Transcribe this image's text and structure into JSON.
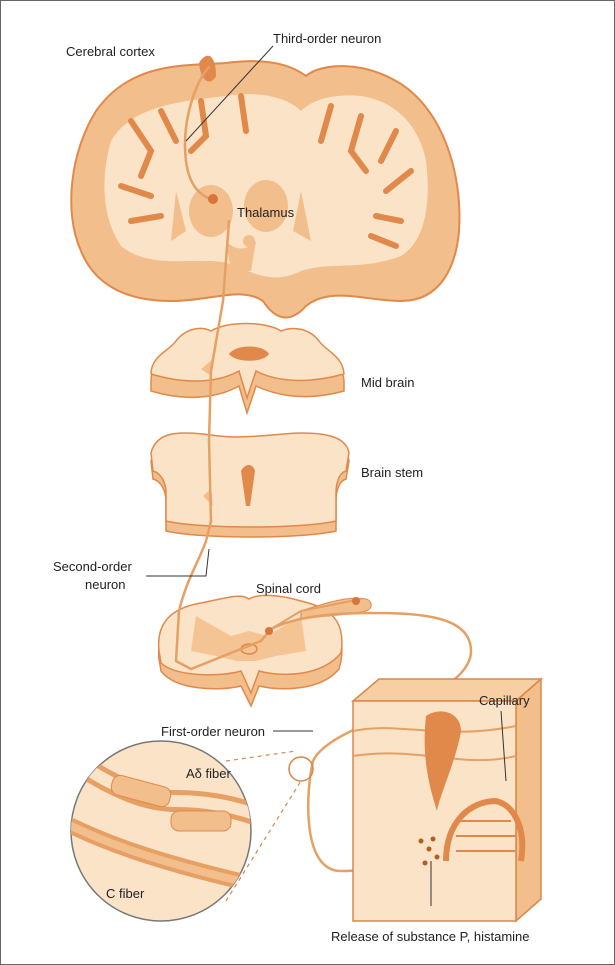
{
  "labels": {
    "cerebral_cortex": "Cerebral cortex",
    "third_order_neuron": "Third-order neuron",
    "thalamus": "Thalamus",
    "mid_brain": "Mid brain",
    "brain_stem": "Brain stem",
    "second_order_neuron_line1": "Second-order",
    "second_order_neuron_line2": "neuron",
    "spinal_cord": "Spinal cord",
    "first_order_neuron": "First-order neuron",
    "capillary": "Capillary",
    "a_delta_fiber": "Aδ fiber",
    "c_fiber": "C fiber",
    "release": "Release of substance P, histamine"
  },
  "colors": {
    "tissue_light": "#fbe3c8",
    "tissue_mid": "#f2be8c",
    "tissue_dark": "#e0894a",
    "neuron": "#e6a064",
    "outline": "#d9874a",
    "leader": "#333333"
  }
}
